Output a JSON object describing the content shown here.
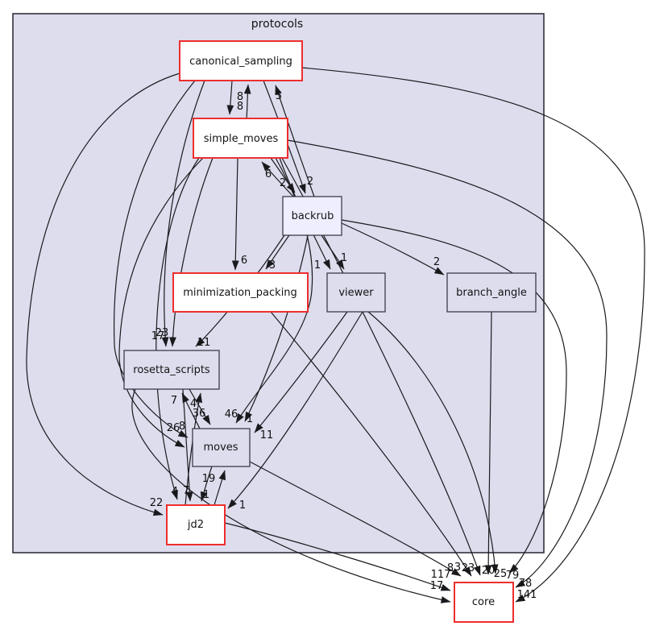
{
  "cluster": {
    "label": "protocols"
  },
  "nodes": {
    "canonical_sampling": {
      "label": "canonical_sampling",
      "style": "red"
    },
    "simple_moves": {
      "label": "simple_moves",
      "style": "red"
    },
    "backrub": {
      "label": "backrub",
      "style": "current"
    },
    "minimization_packing": {
      "label": "minimization_packing",
      "style": "red"
    },
    "viewer": {
      "label": "viewer",
      "style": "gray"
    },
    "branch_angle": {
      "label": "branch_angle",
      "style": "gray"
    },
    "rosetta_scripts": {
      "label": "rosetta_scripts",
      "style": "gray"
    },
    "moves": {
      "label": "moves",
      "style": "gray"
    },
    "jd2": {
      "label": "jd2",
      "style": "red"
    },
    "core": {
      "label": "core",
      "style": "red"
    }
  },
  "edges": {
    "cs_sm": {
      "from": "canonical_sampling",
      "to": "simple_moves",
      "count": "8"
    },
    "sm_cs": {
      "from": "simple_moves",
      "to": "canonical_sampling",
      "count": "8"
    },
    "backrub_cs": {
      "from": "backrub",
      "to": "canonical_sampling",
      "count": "5"
    },
    "cs_backrub": {
      "from": "canonical_sampling",
      "to": "backrub",
      "count": "2"
    },
    "sm_backrub": {
      "from": "simple_moves",
      "to": "backrub",
      "count": "2"
    },
    "backrub_sm": {
      "from": "backrub",
      "to": "simple_moves",
      "count": "6"
    },
    "sm_mp": {
      "from": "simple_moves",
      "to": "minimization_packing",
      "count": "6"
    },
    "backrub_mp": {
      "from": "backrub",
      "to": "minimization_packing",
      "count": "3"
    },
    "sm_viewer": {
      "from": "simple_moves",
      "to": "viewer",
      "count": "1"
    },
    "backrub_viewer": {
      "from": "backrub",
      "to": "viewer",
      "count": "1"
    },
    "backrub_branch": {
      "from": "backrub",
      "to": "branch_angle",
      "count": "2"
    },
    "cs_rs": {
      "from": "canonical_sampling",
      "to": "rosetta_scripts",
      "count": "23"
    },
    "sm_rs": {
      "from": "simple_moves",
      "to": "rosetta_scripts",
      "count": "17"
    },
    "backrub_rs": {
      "from": "backrub",
      "to": "rosetta_scripts",
      "count": "11"
    },
    "moves_rs": {
      "from": "moves",
      "to": "rosetta_scripts",
      "count": "7"
    },
    "jd2_rs": {
      "from": "jd2",
      "to": "rosetta_scripts",
      "count": "4"
    },
    "rs_moves": {
      "from": "rosetta_scripts",
      "to": "moves",
      "count": "36"
    },
    "sm_moves": {
      "from": "simple_moves",
      "to": "moves",
      "count": "46"
    },
    "backrub_moves": {
      "from": "backrub",
      "to": "moves",
      "count": "1"
    },
    "viewer_moves": {
      "from": "viewer",
      "to": "moves",
      "count": "11"
    },
    "cs_moves": {
      "from": "canonical_sampling",
      "to": "moves",
      "count": "26"
    },
    "sm_moves_left": {
      "from": "simple_moves",
      "to": "moves",
      "count": "8"
    },
    "jd2_moves": {
      "from": "jd2",
      "to": "moves",
      "count": "19"
    },
    "moves_jd2": {
      "from": "moves",
      "to": "jd2",
      "count": "1"
    },
    "rs_jd2": {
      "from": "rosetta_scripts",
      "to": "jd2",
      "count": "7"
    },
    "sm_jd2": {
      "from": "simple_moves",
      "to": "jd2",
      "count": "4"
    },
    "cs_jd2": {
      "from": "canonical_sampling",
      "to": "jd2",
      "count": "22"
    },
    "viewer_jd2": {
      "from": "viewer",
      "to": "jd2",
      "count": "1"
    },
    "jd2_core": {
      "from": "jd2",
      "to": "core",
      "count": "117"
    },
    "rs_core": {
      "from": "rosetta_scripts",
      "to": "core",
      "count": "17"
    },
    "moves_core": {
      "from": "moves",
      "to": "core",
      "count": "8"
    },
    "mp_core": {
      "from": "minimization_packing",
      "to": "core",
      "count": "3"
    },
    "sm_core": {
      "from": "simple_moves",
      "to": "core",
      "count": "23"
    },
    "branch_core": {
      "from": "branch_angle",
      "to": "core",
      "count": "20"
    },
    "viewer_core": {
      "from": "viewer",
      "to": "core",
      "count": "25"
    },
    "backrub_core": {
      "from": "backrub",
      "to": "core",
      "count": "79"
    },
    "sm_core_right": {
      "from": "simple_moves",
      "to": "core",
      "count": "78"
    },
    "cs_core": {
      "from": "canonical_sampling",
      "to": "core",
      "count": "141"
    }
  },
  "colors": {
    "canvas": "#ffffff",
    "cluster_fill": "#ddddee",
    "cluster_border": "#31313f",
    "node_border": "#3c3c4c",
    "node_fill": "#ddddee",
    "current_node_fill": "#eeeeff",
    "highlight_border": "#ee2e2e",
    "highlight_fill": "#ffffff",
    "edge": "#1a1a1e",
    "text": "#141414"
  }
}
